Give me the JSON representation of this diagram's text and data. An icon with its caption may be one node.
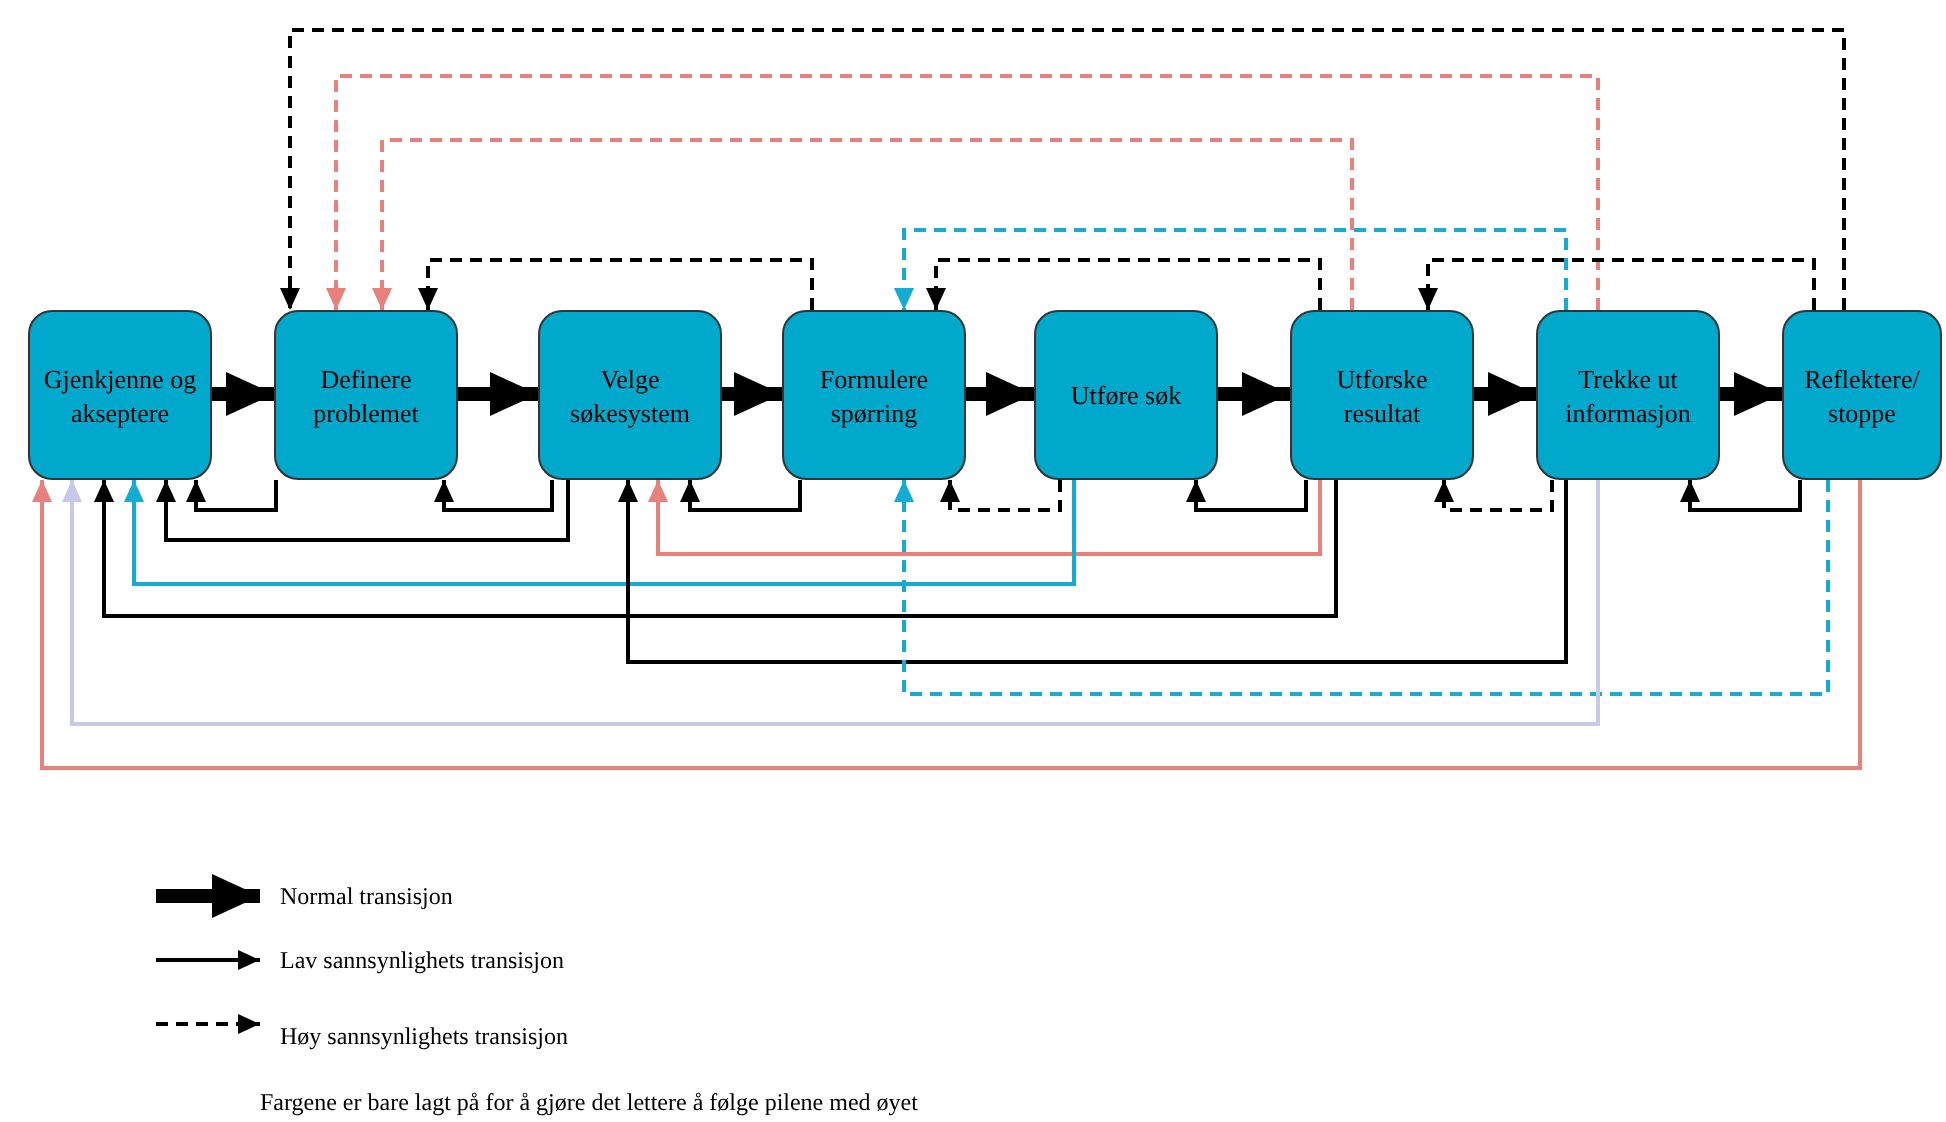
{
  "diagram": {
    "nodes": [
      {
        "text": [
          "Gjenkjenne og akseptere"
        ]
      },
      {
        "text": [
          "Definere problemet"
        ]
      },
      {
        "text": [
          "Velge søkesystem"
        ]
      },
      {
        "text": [
          "Formulere spørring"
        ]
      },
      {
        "text": [
          "Utføre søk"
        ]
      },
      {
        "text": [
          "Utforske resultat"
        ]
      },
      {
        "text": [
          "Trekke ut informasjon"
        ]
      },
      {
        "text": [
          "Reflektere/ stoppe"
        ]
      }
    ],
    "edges": [
      {
        "from": 0,
        "to": 1,
        "arrow": "to",
        "style": "thick"
      },
      {
        "from": 1,
        "to": 2,
        "arrow": "to",
        "style": "thick"
      },
      {
        "from": 2,
        "to": 3,
        "arrow": "to",
        "style": "thick"
      },
      {
        "from": 3,
        "to": 4,
        "arrow": "to",
        "style": "thick"
      },
      {
        "from": 4,
        "to": 5,
        "arrow": "to",
        "style": "thick"
      },
      {
        "from": 5,
        "to": 6,
        "arrow": "to",
        "style": "thick"
      },
      {
        "from": 6,
        "to": 7,
        "arrow": "to",
        "style": "thick"
      },
      {
        "from": 7,
        "to": 1,
        "arrow": "to",
        "style": "dashed"
      },
      {
        "from": 6,
        "to": 1,
        "arrow": "to",
        "style": "dashed",
        "color": "#e8807c"
      },
      {
        "from": 5,
        "to": 1,
        "arrow": "to",
        "style": "dashed",
        "color": "#e8807c"
      },
      {
        "from": 3,
        "to": 1,
        "arrow": "to",
        "style": "dashed"
      },
      {
        "from": 6,
        "to": 3,
        "arrow": "to",
        "style": "dashed",
        "color": "#14acd2"
      },
      {
        "from": 5,
        "to": 3,
        "arrow": "to",
        "style": "dashed"
      },
      {
        "from": 7,
        "to": 5,
        "arrow": "to",
        "style": "dashed"
      },
      {
        "from": 1,
        "to": 0,
        "arrow": "to"
      },
      {
        "from": 2,
        "to": 1,
        "arrow": "to"
      },
      {
        "from": 2,
        "to": 0,
        "arrow": "to"
      },
      {
        "from": 3,
        "to": 2,
        "arrow": "to"
      },
      {
        "from": 4,
        "to": 3,
        "arrow": "to",
        "style": "dashed"
      },
      {
        "from": 5,
        "to": 4,
        "arrow": "to"
      },
      {
        "from": 6,
        "to": 5,
        "arrow": "to",
        "style": "dashed"
      },
      {
        "from": 7,
        "to": 6,
        "arrow": "to"
      },
      {
        "from": 5,
        "to": 2,
        "arrow": "to",
        "color": "#e8807c"
      },
      {
        "from": 4,
        "to": 0,
        "arrow": "to",
        "color": "#14acd2"
      },
      {
        "from": 5,
        "to": 0,
        "arrow": "to"
      },
      {
        "from": 6,
        "to": 2,
        "arrow": "to"
      },
      {
        "from": 7,
        "to": 3,
        "arrow": "to",
        "style": "dashed",
        "color": "#14acd2"
      },
      {
        "from": 6,
        "to": 0,
        "arrow": "to",
        "color": "#c8c8e8"
      },
      {
        "from": 7,
        "to": 0,
        "arrow": "to",
        "color": "#e8807c"
      }
    ],
    "labels": [
      "Fargene er bare lagt på for å gjøre det lettere å følge pilene med øyet"
    ],
    "legend": [
      {
        "text": "Normal transisjon"
      },
      {
        "text": "Lav sannsynlighets transisjon"
      },
      {
        "text": "Høy sannsynlighets transisjon"
      }
    ]
  }
}
